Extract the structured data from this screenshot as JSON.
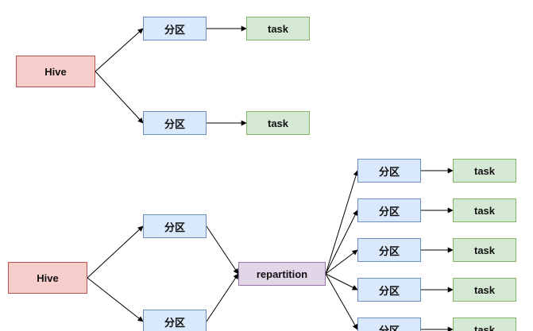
{
  "colors": {
    "hive_fill": "#f8cecc",
    "hive_stroke": "#b85450",
    "partition_fill": "#dae8fc",
    "partition_stroke": "#6c8ebf",
    "task_fill": "#d5e8d4",
    "task_stroke": "#82b366",
    "repartition_fill": "#e1d5e7",
    "repartition_stroke": "#9673a6",
    "edge": "#000000"
  },
  "diagram1": {
    "source": "Hive",
    "partitions": [
      "分区",
      "分区"
    ],
    "tasks": [
      "task",
      "task"
    ]
  },
  "diagram2": {
    "source": "Hive",
    "partitions": [
      "分区",
      "分区"
    ],
    "repartition": "repartition",
    "out_partitions": [
      "分区",
      "分区",
      "分区",
      "分区",
      "分区"
    ],
    "out_tasks": [
      "task",
      "task",
      "task",
      "task",
      "task"
    ]
  }
}
